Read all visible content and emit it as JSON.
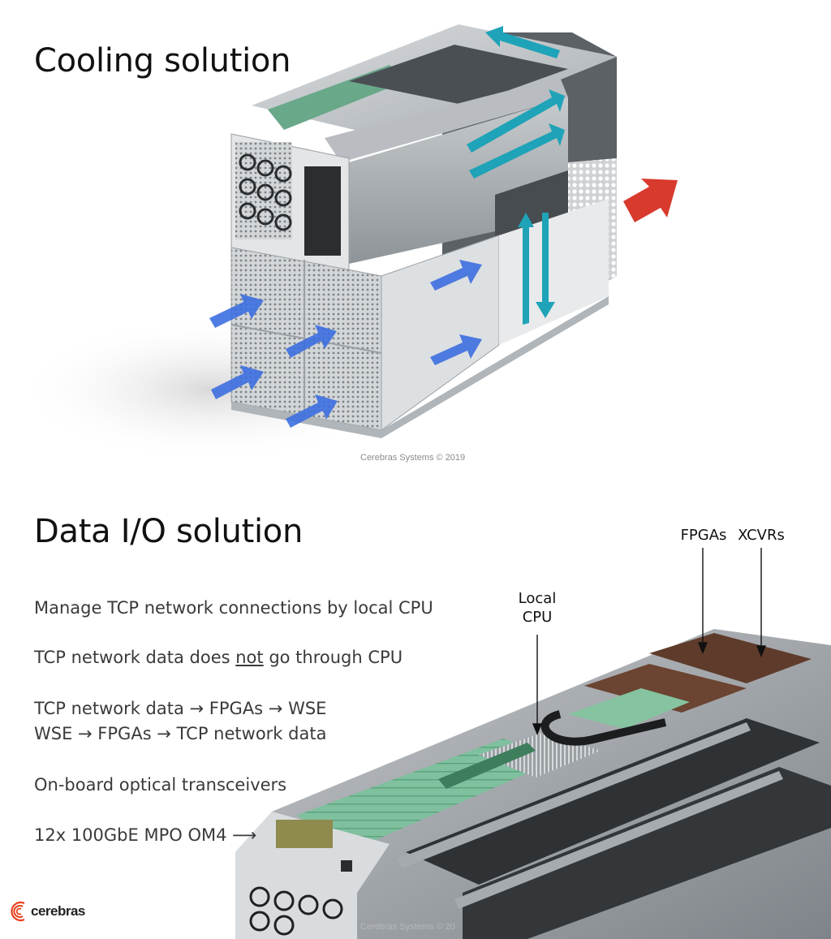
{
  "cooling": {
    "title": "Cooling solution",
    "credit": "Cerebras Systems © 2019"
  },
  "io": {
    "title": "Data I/O solution",
    "bullets": {
      "b1": "Manage TCP network connections by local CPU",
      "b2_pre": "TCP network data does ",
      "b2_underlined": "not",
      "b2_post": " go through CPU",
      "b3": "TCP network data → FPGAs → WSE",
      "b4": "WSE → FPGAs → TCP network data",
      "b5": "On-board optical transceivers",
      "b6": "12x 100GbE MPO OM4 ⟶"
    },
    "callouts": {
      "local_cpu_line1": "Local",
      "local_cpu_line2": "CPU",
      "fpgas": "FPGAs",
      "xcvrs": "XCVRs"
    },
    "credit": "Cerebras Systems © 20"
  },
  "logo": {
    "text": "cerebras",
    "color": "#e8401c"
  },
  "colors": {
    "intake_arrow": "#3d6fe0",
    "exhaust_arrow": "#d83a2e",
    "internal_arrow": "#1fa3b8"
  }
}
